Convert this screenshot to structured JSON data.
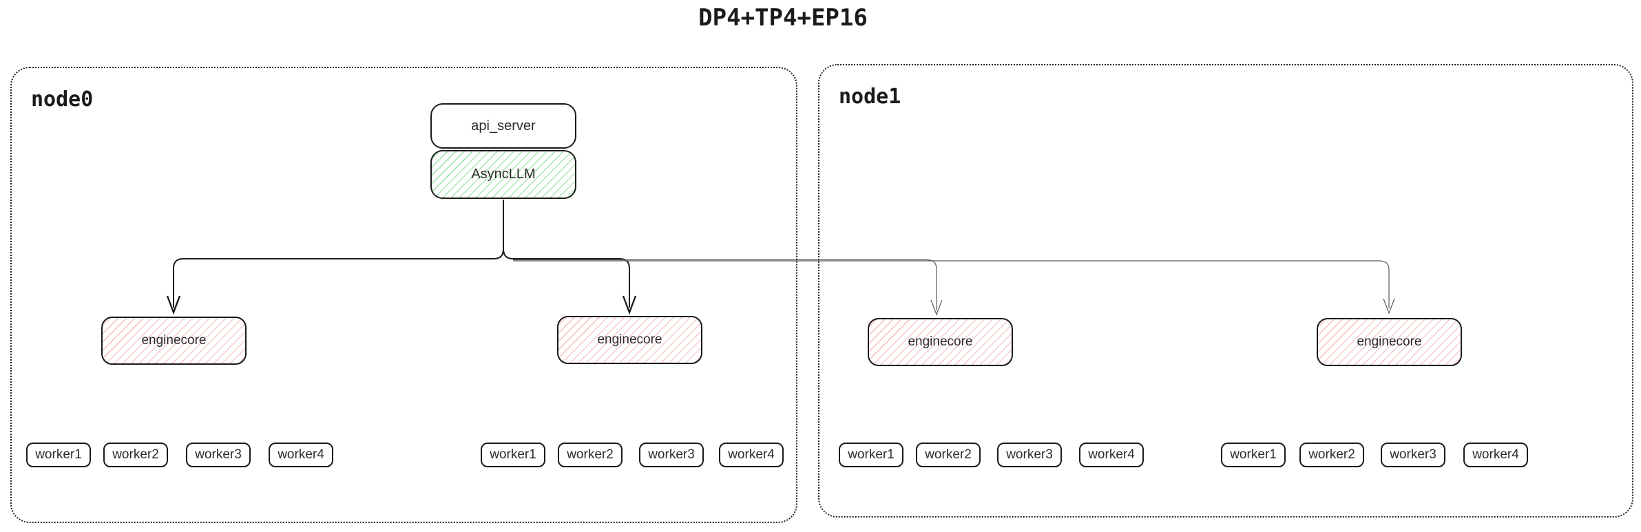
{
  "title": "DP4+TP4+EP16",
  "colors": {
    "border_dark": "#1a1a1a",
    "line_dark": "#1d1d1d",
    "line_thin": "#5a5a5a",
    "green_hatch": "#ace6b5",
    "red_hatch": "#f6caca"
  },
  "pipeline": {
    "api_server_label": "api_server",
    "async_llm_label": "AsyncLLM"
  },
  "nodes": [
    {
      "label": "node0",
      "enginecores": [
        "enginecore",
        "enginecore"
      ],
      "worker_groups": [
        [
          "worker1",
          "worker2",
          "worker3",
          "worker4"
        ],
        [
          "worker1",
          "worker2",
          "worker3",
          "worker4"
        ]
      ]
    },
    {
      "label": "node1",
      "enginecores": [
        "enginecore",
        "enginecore"
      ],
      "worker_groups": [
        [
          "worker1",
          "worker2",
          "worker3",
          "worker4"
        ],
        [
          "worker1",
          "worker2",
          "worker3",
          "worker4"
        ]
      ]
    }
  ]
}
